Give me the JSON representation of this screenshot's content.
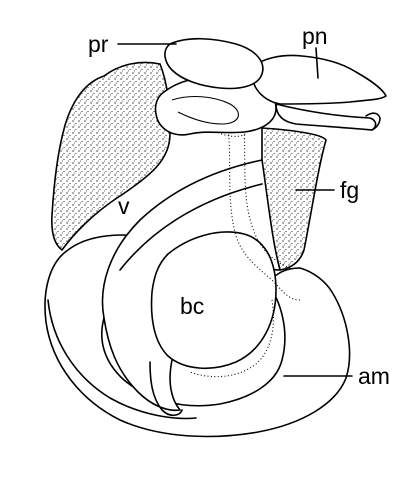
{
  "diagram": {
    "labels": {
      "pr": "pr",
      "pn": "pn",
      "v": "v",
      "fg": "fg",
      "bc": "bc",
      "am": "am"
    },
    "colors": {
      "ink": "#000000",
      "background": "#ffffff"
    }
  }
}
